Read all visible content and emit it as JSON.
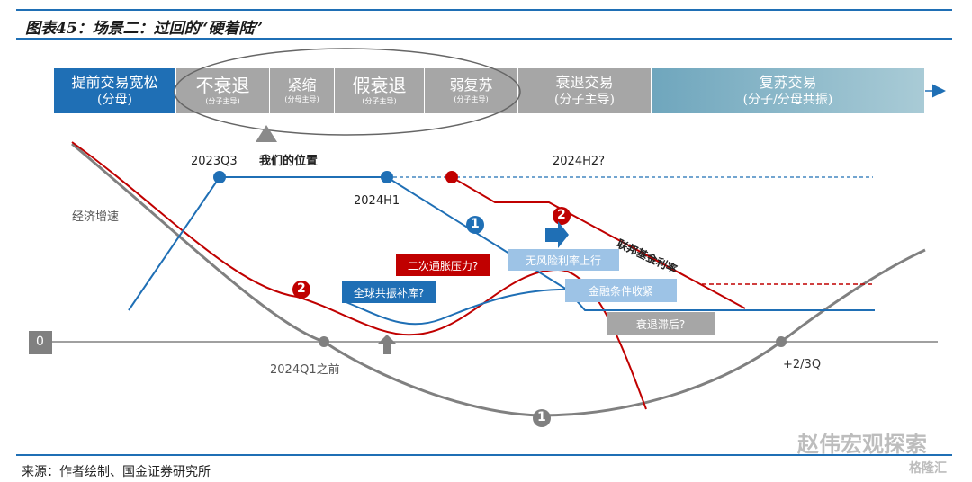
{
  "title": "图表45：场景二：过回的“硬着陆”",
  "phases": [
    {
      "main": "提前交易宽松",
      "sub": "(分母)",
      "bg": "#1f6fb5"
    },
    {
      "main": "不衰退",
      "sub": "(分子主导)",
      "bg": "#a6a6a6"
    },
    {
      "main": "紧缩",
      "sub": "(分母主导)",
      "bg": "#a6a6a6"
    },
    {
      "main": "假衰退",
      "sub": "(分子主导)",
      "bg": "#a6a6a6"
    },
    {
      "main": "弱复苏",
      "sub": "(分子主导)",
      "bg": "#a6a6a6"
    },
    {
      "main": "衰退交易",
      "sub": "(分子主导)",
      "bg": "#a6a6a6"
    },
    {
      "main": "复苏交易",
      "sub": "(分子/分母共振)",
      "bg": "#8fb8c8"
    }
  ],
  "labels": {
    "p2023q3": "2023Q3",
    "position": "我们的位置",
    "p2024h1": "2024H1",
    "p2024h2": "2024H2?",
    "growth": "经济增速",
    "fed_rate": "联邦基金利率",
    "zero": "0",
    "before_2024q1": "2024Q1之前",
    "q23": "+2/3Q",
    "num1": "1",
    "num2": "2"
  },
  "boxes": {
    "inflation": "二次通胀压力?",
    "restock": "全球共振补库?",
    "riskfree": "无风险利率上行",
    "financial": "金融条件收紧",
    "lag": "衰退滞后?"
  },
  "source": "来源：作者绘制、国金证券研究所",
  "watermark_main": "赵伟宏观探索",
  "watermark_corner": "格隆汇",
  "colors": {
    "blue": "#1f6fb5",
    "red": "#c00000",
    "gray": "#808080",
    "lightblue": "#9dc3e6"
  }
}
